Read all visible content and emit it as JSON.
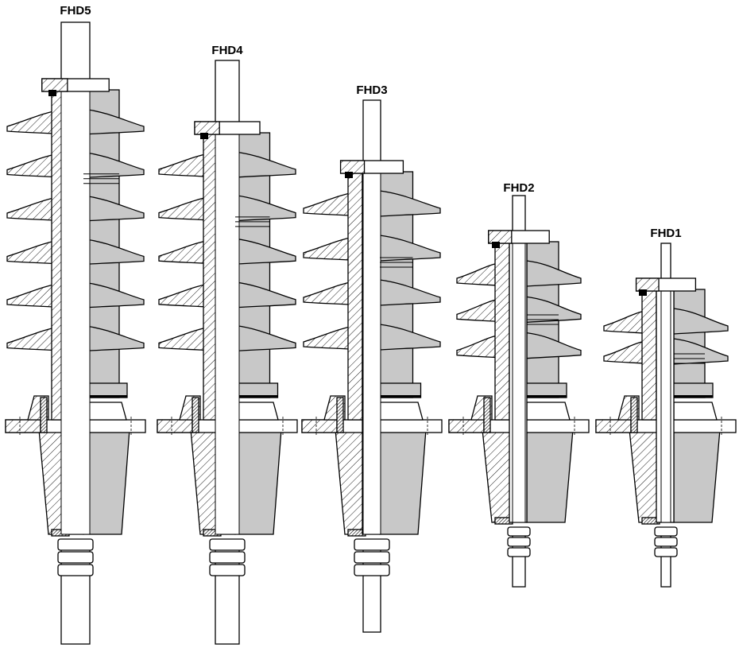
{
  "bushings": [
    {
      "label": "FHD5",
      "sheds": 6,
      "large_studs": true
    },
    {
      "label": "FHD4",
      "sheds": 5,
      "large_studs": true
    },
    {
      "label": "FHD3",
      "sheds": 4,
      "large_studs": true
    },
    {
      "label": "FHD2",
      "sheds": 3,
      "large_studs": false
    },
    {
      "label": "FHD1",
      "sheds": 2,
      "large_studs": false
    }
  ],
  "colors": {
    "porcelain": "#c8c8c8",
    "outline": "#000000",
    "background": "#ffffff"
  }
}
